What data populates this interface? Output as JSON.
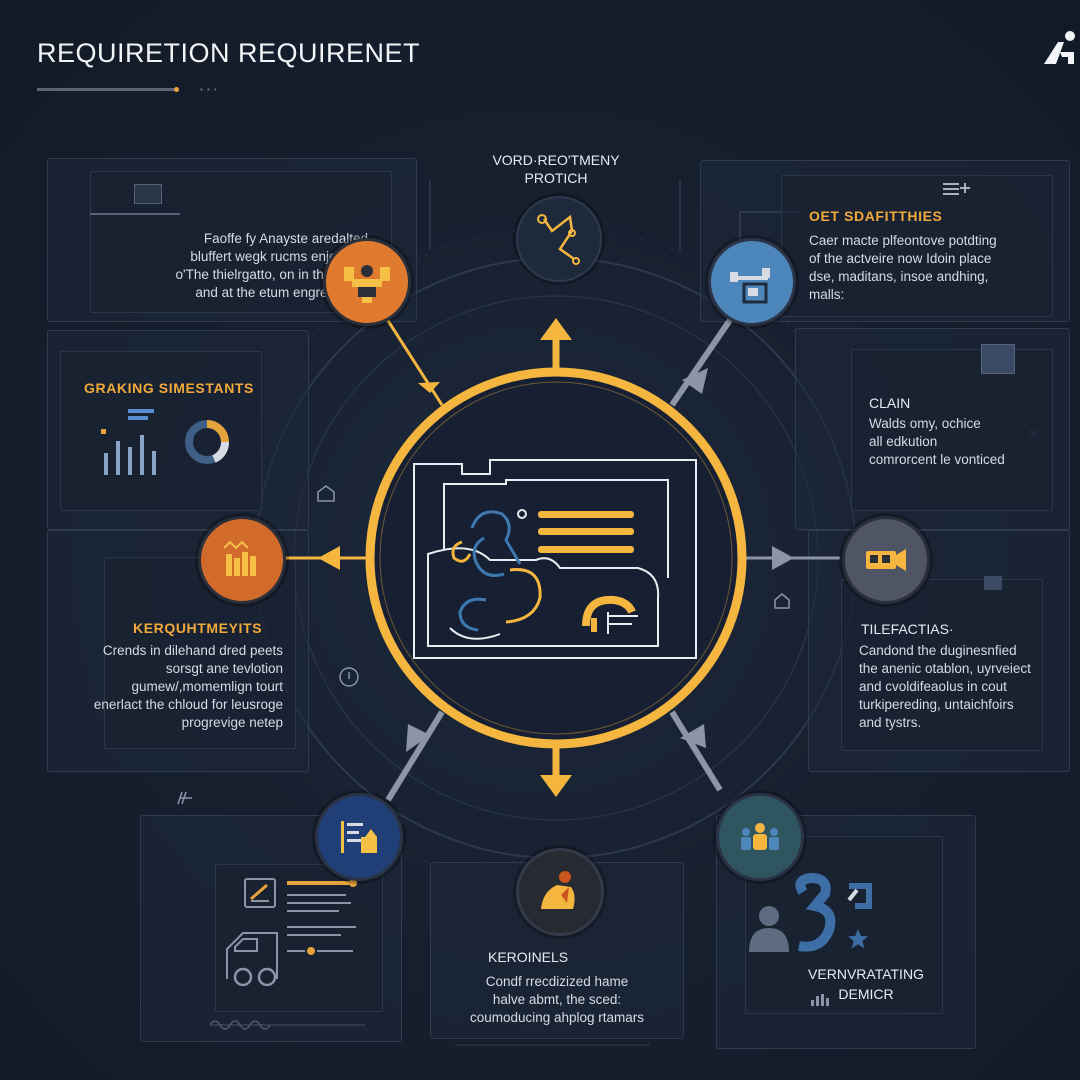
{
  "header": {
    "title": "REQUIRETION REQUIRENET"
  },
  "top_node": {
    "label_line1": "VORD·REO'TMENY",
    "label_line2": "PROTICH"
  },
  "panel_top_left": {
    "text": [
      "Faoffe fy Anayste aredalted",
      "bluffert wegk rucms enjevious",
      "o'The thielrgatto, on in the backr",
      "and at the etum engregrized."
    ]
  },
  "panel_top_right": {
    "heading": "OET SDAFITTHIES",
    "text": [
      "Caer macte plfeontove potdting",
      "of the actveire now Idoin place",
      "dse, maditans, insoe andhing,",
      "malls:"
    ]
  },
  "panel_mid_left": {
    "heading": "GRAKING SIMESTANTS"
  },
  "panel_mid_right": {
    "heading": "CLAIN",
    "text": [
      "Walds omy, ochice",
      "all edkution",
      "comrorcent le vonticed"
    ]
  },
  "panel_left": {
    "heading": "KERQUHTMEYITS",
    "text": [
      "Crends in dilehand dred peets",
      "sorsgt ane tevlotion",
      "gumew/,momemlign tourt",
      "enerlact the chloud for leusroge",
      "progrevige netep"
    ]
  },
  "panel_right": {
    "heading": "TILEFACTIAS·",
    "text": [
      "Candond the duginesnfied",
      "the anenic otablon, uyrveiect",
      "and cvoldifeaolus in cout",
      "turkipereding, untaichfoirs",
      "and tystrs."
    ]
  },
  "panel_bottom_center": {
    "heading": "KEROINELS",
    "text": [
      "Condf rrecdizized hame",
      "halve abmt, the sced:",
      "coumoducing ahplog rtamars"
    ]
  },
  "panel_bottom_right": {
    "text": [
      "VERNVRATATING",
      "DEMICR"
    ]
  },
  "colors": {
    "accent_orange": "#f0a53a",
    "accent_yellow": "#f4b63f",
    "node_orange": "#e07a2e",
    "node_blue": "#3d78b0",
    "node_navy": "#1f3f76",
    "node_teal": "#2f5561",
    "node_grey": "#4f5564",
    "background": "#17202f"
  },
  "icons": [
    "logo-icon",
    "team-meeting-icon",
    "graph-network-icon",
    "machine-icon",
    "books-icon",
    "camera-icon",
    "checklist-icon",
    "cooking-person-icon",
    "people-group-icon",
    "hub-document-icon",
    "bar-chart-icon",
    "donut-chart-icon",
    "truck-icon",
    "people-icon",
    "star-icon"
  ]
}
